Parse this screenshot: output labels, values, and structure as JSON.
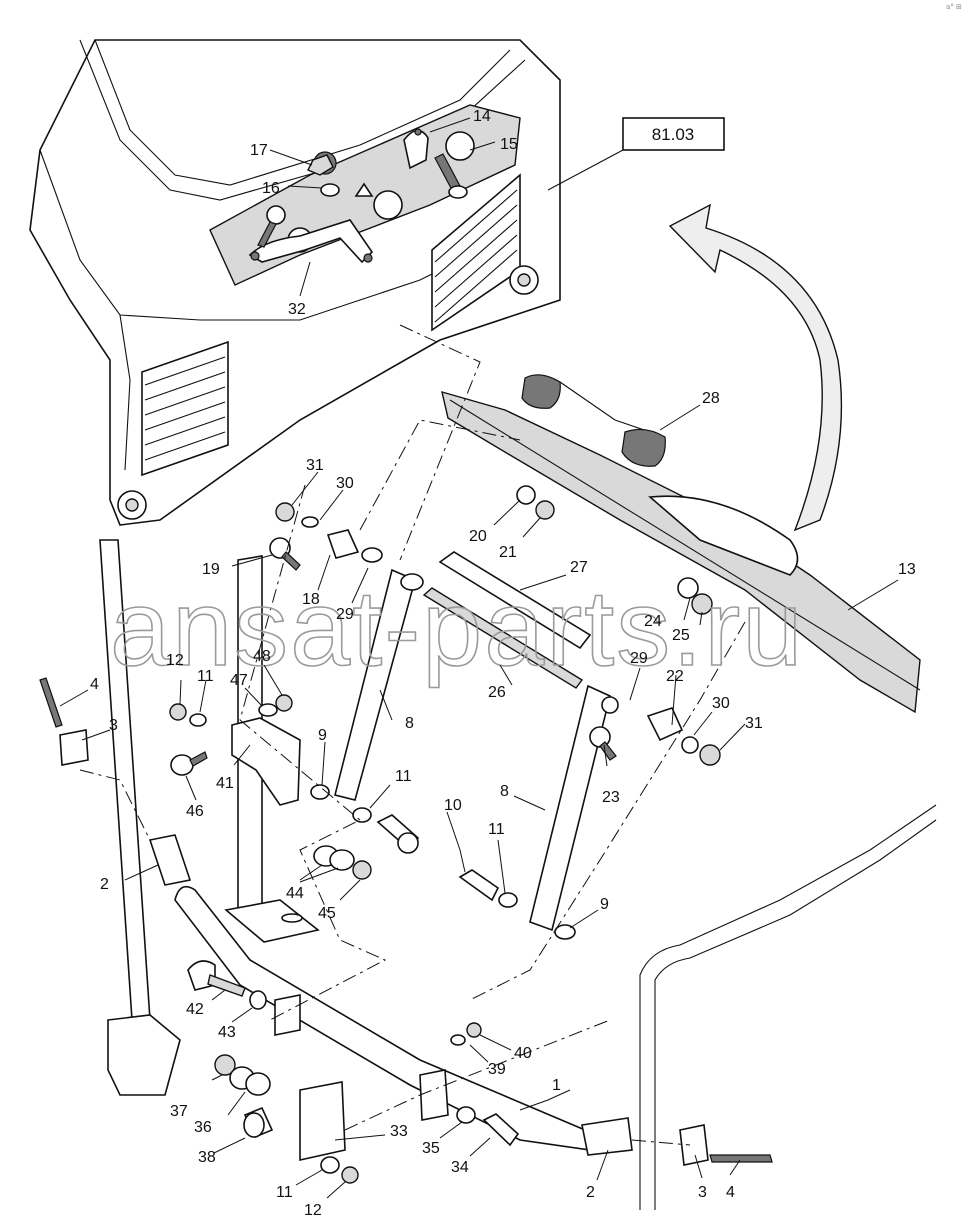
{
  "corner_mark": "a° ⊞",
  "watermark": "ansat-parts.ru",
  "reference_box": "81.03",
  "callouts": [
    {
      "id": "c1",
      "text": "1"
    },
    {
      "id": "c2a",
      "text": "2"
    },
    {
      "id": "c2b",
      "text": "2"
    },
    {
      "id": "c3a",
      "text": "3"
    },
    {
      "id": "c3b",
      "text": "3"
    },
    {
      "id": "c4a",
      "text": "4"
    },
    {
      "id": "c4b",
      "text": "4"
    },
    {
      "id": "c8a",
      "text": "8"
    },
    {
      "id": "c8b",
      "text": "8"
    },
    {
      "id": "c9a",
      "text": "9"
    },
    {
      "id": "c9b",
      "text": "9"
    },
    {
      "id": "c10",
      "text": "10"
    },
    {
      "id": "c11a",
      "text": "11"
    },
    {
      "id": "c11b",
      "text": "11"
    },
    {
      "id": "c11c",
      "text": "11"
    },
    {
      "id": "c11d",
      "text": "11"
    },
    {
      "id": "c12a",
      "text": "12"
    },
    {
      "id": "c12b",
      "text": "12"
    },
    {
      "id": "c13",
      "text": "13"
    },
    {
      "id": "c14",
      "text": "14"
    },
    {
      "id": "c15",
      "text": "15"
    },
    {
      "id": "c16",
      "text": "16"
    },
    {
      "id": "c17",
      "text": "17"
    },
    {
      "id": "c18",
      "text": "18"
    },
    {
      "id": "c19",
      "text": "19"
    },
    {
      "id": "c20",
      "text": "20"
    },
    {
      "id": "c21",
      "text": "21"
    },
    {
      "id": "c22",
      "text": "22"
    },
    {
      "id": "c23",
      "text": "23"
    },
    {
      "id": "c24",
      "text": "24"
    },
    {
      "id": "c25",
      "text": "25"
    },
    {
      "id": "c26",
      "text": "26"
    },
    {
      "id": "c27",
      "text": "27"
    },
    {
      "id": "c28",
      "text": "28"
    },
    {
      "id": "c29a",
      "text": "29"
    },
    {
      "id": "c29b",
      "text": "29"
    },
    {
      "id": "c30a",
      "text": "30"
    },
    {
      "id": "c30b",
      "text": "30"
    },
    {
      "id": "c31a",
      "text": "31"
    },
    {
      "id": "c31b",
      "text": "31"
    },
    {
      "id": "c32",
      "text": "32"
    },
    {
      "id": "c33",
      "text": "33"
    },
    {
      "id": "c34",
      "text": "34"
    },
    {
      "id": "c35",
      "text": "35"
    },
    {
      "id": "c36",
      "text": "36"
    },
    {
      "id": "c37",
      "text": "37"
    },
    {
      "id": "c38",
      "text": "38"
    },
    {
      "id": "c39",
      "text": "39"
    },
    {
      "id": "c40",
      "text": "40"
    },
    {
      "id": "c41",
      "text": "41"
    },
    {
      "id": "c42",
      "text": "42"
    },
    {
      "id": "c43",
      "text": "43"
    },
    {
      "id": "c44",
      "text": "44"
    },
    {
      "id": "c45",
      "text": "45"
    },
    {
      "id": "c46",
      "text": "46"
    },
    {
      "id": "c47",
      "text": "47"
    },
    {
      "id": "c48",
      "text": "48"
    }
  ]
}
